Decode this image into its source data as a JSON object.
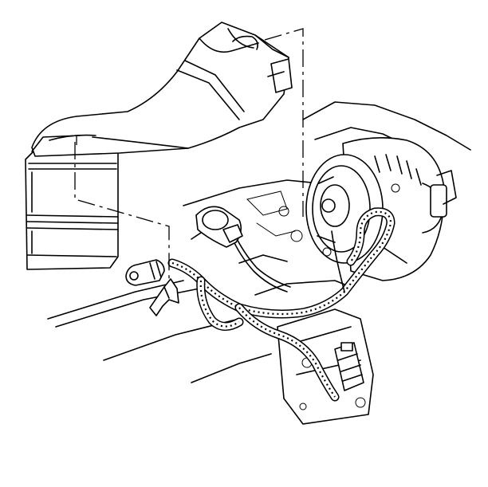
{
  "figure": {
    "style": "black-and-white technical line illustration",
    "components": [
      "air-intake-duct",
      "air-cleaner-box",
      "generator",
      "wiring-harness",
      "harness-connector",
      "harness-retainer-clip",
      "mounting-bracket",
      "engine-block"
    ],
    "colors": {
      "line": "#000000",
      "background": "#ffffff"
    }
  }
}
